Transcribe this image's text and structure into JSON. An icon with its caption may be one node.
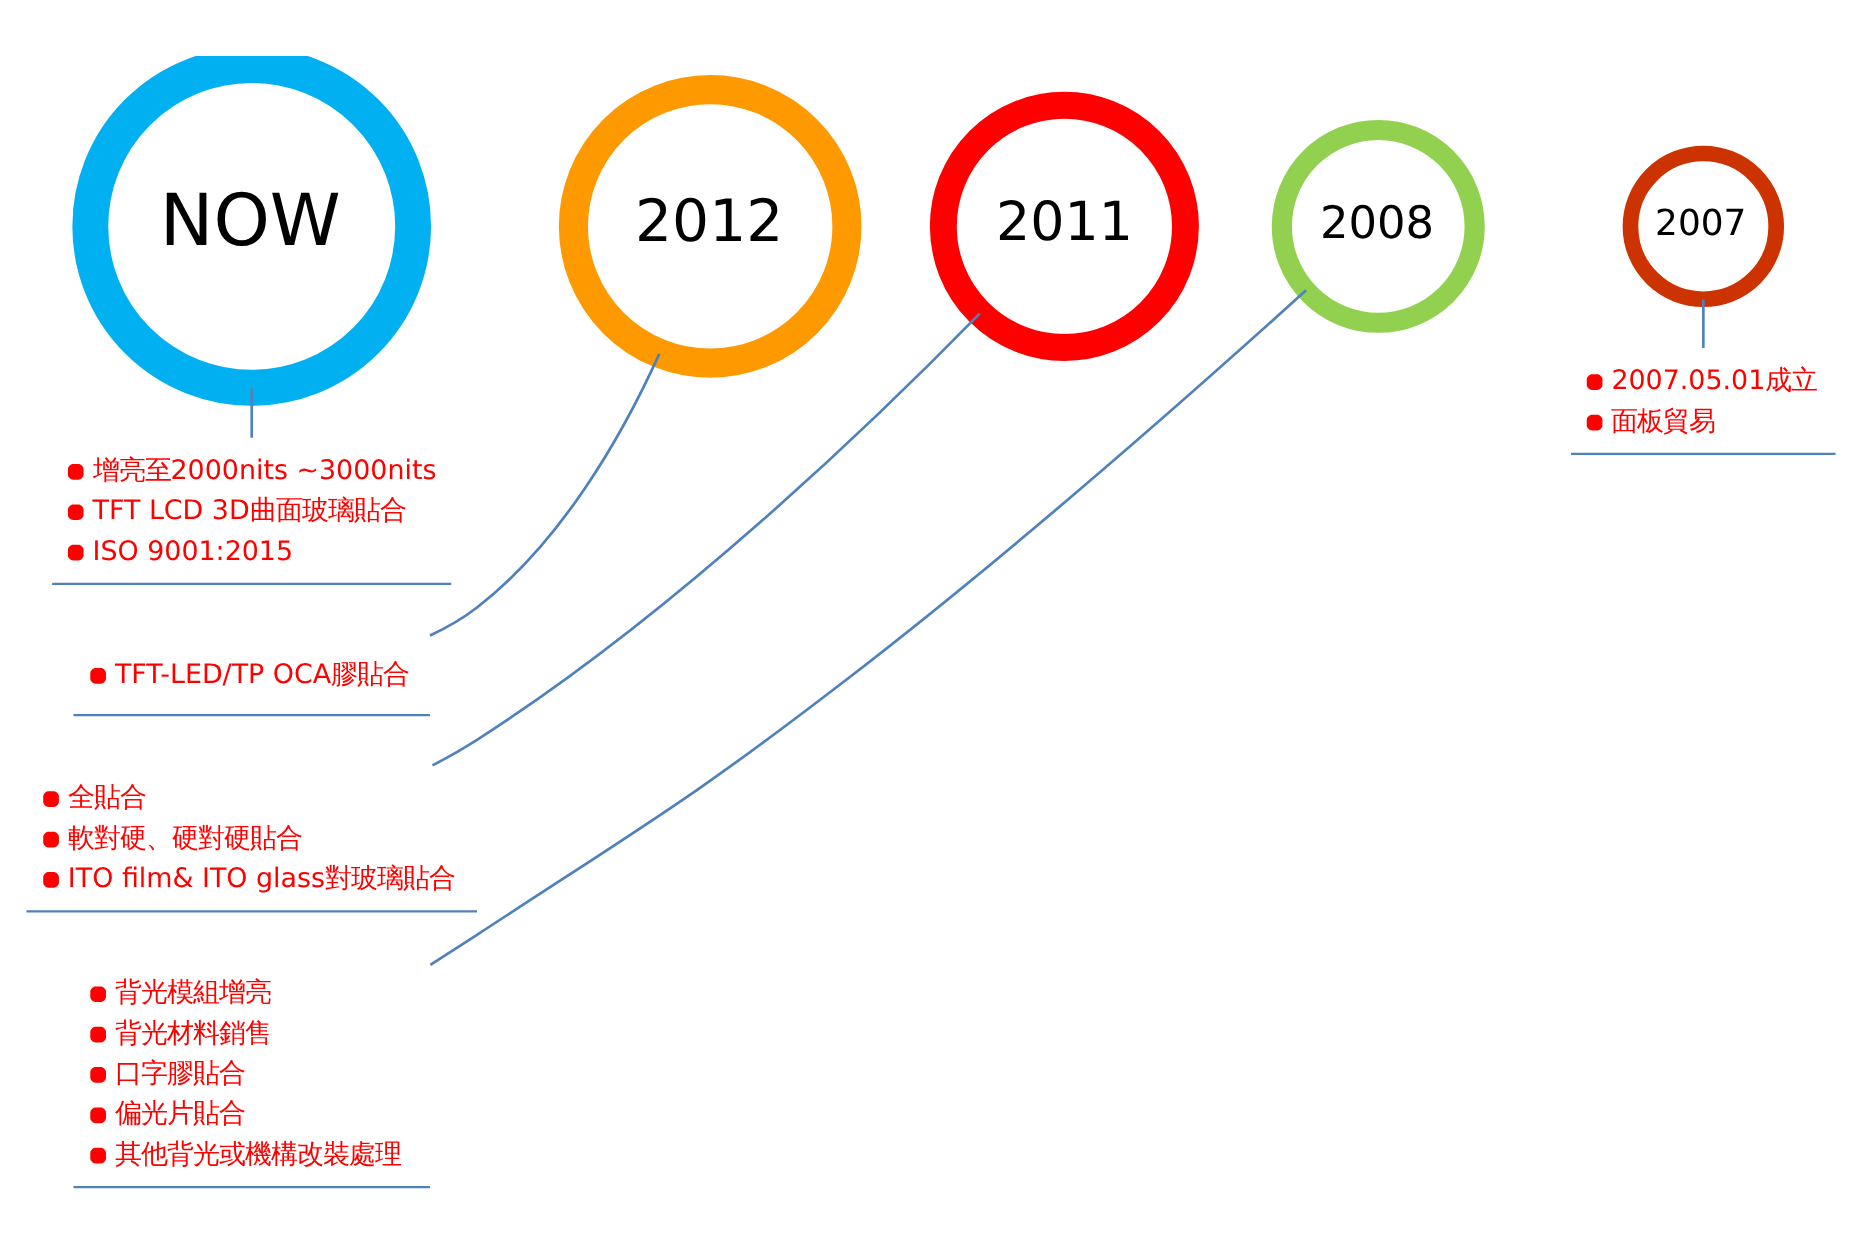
{
  "diagram": {
    "nodes": [
      {
        "text": [
          "2007"
        ]
      },
      {
        "text": [
          "2008"
        ]
      },
      {
        "text": [
          "2011"
        ]
      },
      {
        "text": [
          "2012"
        ]
      },
      {
        "text": [
          "NOW"
        ]
      },
      {
        "text": [
          "2007.05.01成立",
          "面板貿易"
        ]
      },
      {
        "text": [
          "全貼合",
          "軟對硬、硬對硬貼合",
          "ITO film& ITO glass對玻璃貼合"
        ]
      },
      {
        "text": [
          "背光模組增亮",
          "背光材料銷售",
          "口字膠貼合",
          "偏光片貼合",
          "其他背光或機構改裝處理"
        ]
      },
      {
        "text": [
          "增亮至2000nits ~3000nits",
          "TFT LCD 3D曲面玻璃貼合",
          "ISO 9001:2015"
        ]
      },
      {
        "text": [
          "TFT-LED/TP OCA膠貼合"
        ]
      }
    ],
    "edges": [
      {
        "from": 5,
        "to": 0,
        "arrow": "none"
      },
      {
        "from": 6,
        "to": 2,
        "arrow": "none"
      },
      {
        "from": 7,
        "to": 1,
        "arrow": "none"
      },
      {
        "from": 8,
        "to": 4,
        "arrow": "none"
      },
      {
        "from": 9,
        "to": 3,
        "arrow": "none"
      }
    ]
  }
}
